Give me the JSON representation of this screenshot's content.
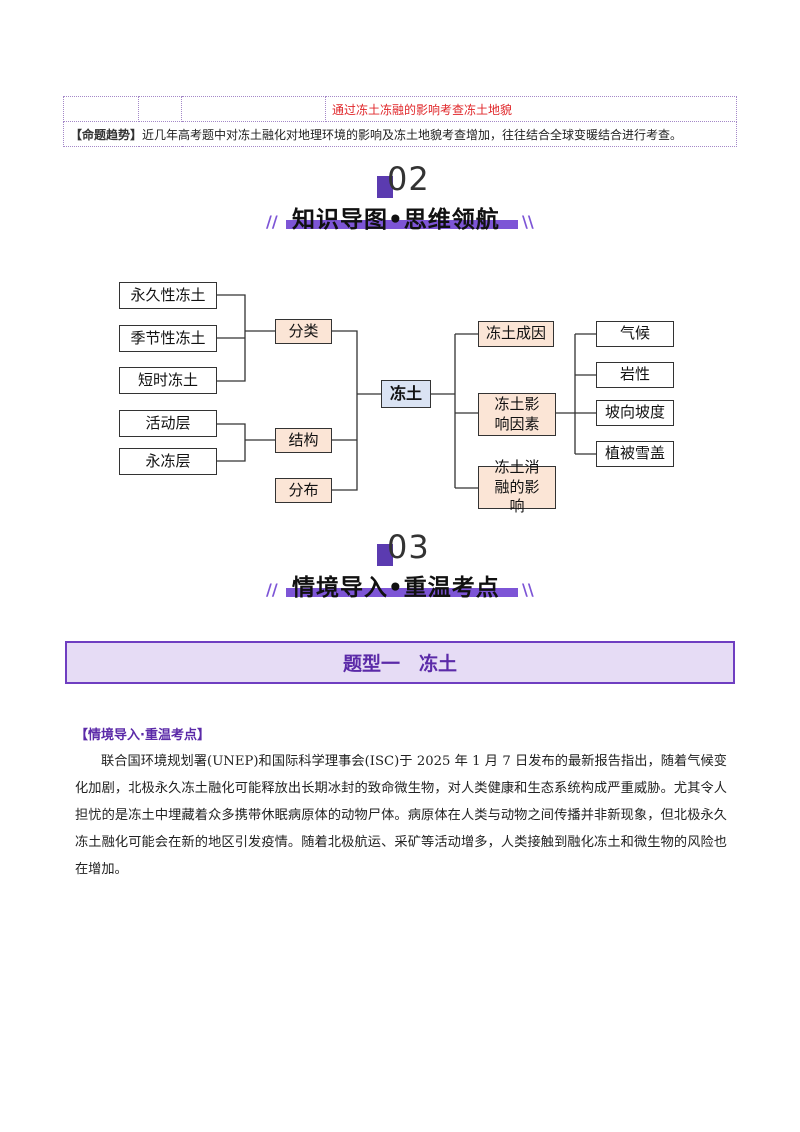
{
  "table": {
    "row1_text": "通过冻土冻融的影响考查冻土地貌",
    "trend_label": "【命题趋势】",
    "trend_text": "近几年高考题中对冻土融化对地理环境的影响及冻土地貌考查增加，往往结合全球变暖结合进行考查。"
  },
  "section2": {
    "number": "02",
    "title": "知识导图•思维领航"
  },
  "mindmap": {
    "center": "冻土",
    "left_groups": [
      {
        "label": "分类",
        "items": [
          "永久性冻土",
          "季节性冻土",
          "短时冻土"
        ]
      },
      {
        "label": "结构",
        "items": [
          "活动层",
          "永冻层"
        ]
      },
      {
        "label": "分布",
        "items": []
      }
    ],
    "right_groups": [
      {
        "label": "冻土成因",
        "items": []
      },
      {
        "label": "冻土影响因素",
        "items": [
          "气候",
          "岩性",
          "坡向坡度",
          "植被雪盖"
        ]
      },
      {
        "label": "冻土消融的影响",
        "items": []
      }
    ]
  },
  "section3": {
    "number": "03",
    "title": "情境导入•重温考点"
  },
  "banner": {
    "text": "题型一　冻土"
  },
  "intro": {
    "label": "【情境导入·重温考点】",
    "paragraph": "联合国环境规划署(UNEP)和国际科学理事会(ISC)于 2025 年 1 月 7 日发布的最新报告指出，随着气候变化加剧，北极永久冻土融化可能释放出长期冰封的致命微生物，对人类健康和生态系统构成严重威胁。尤其令人担忧的是冻土中埋藏着众多携带休眠病原体的动物尸体。病原体在人类与动物之间传播并非新现象，但北极永久冻土融化可能会在新的地区引发疫情。随着北极航运、采矿等活动增多，人类接触到融化冻土和微生物的风险也在增加。"
  }
}
